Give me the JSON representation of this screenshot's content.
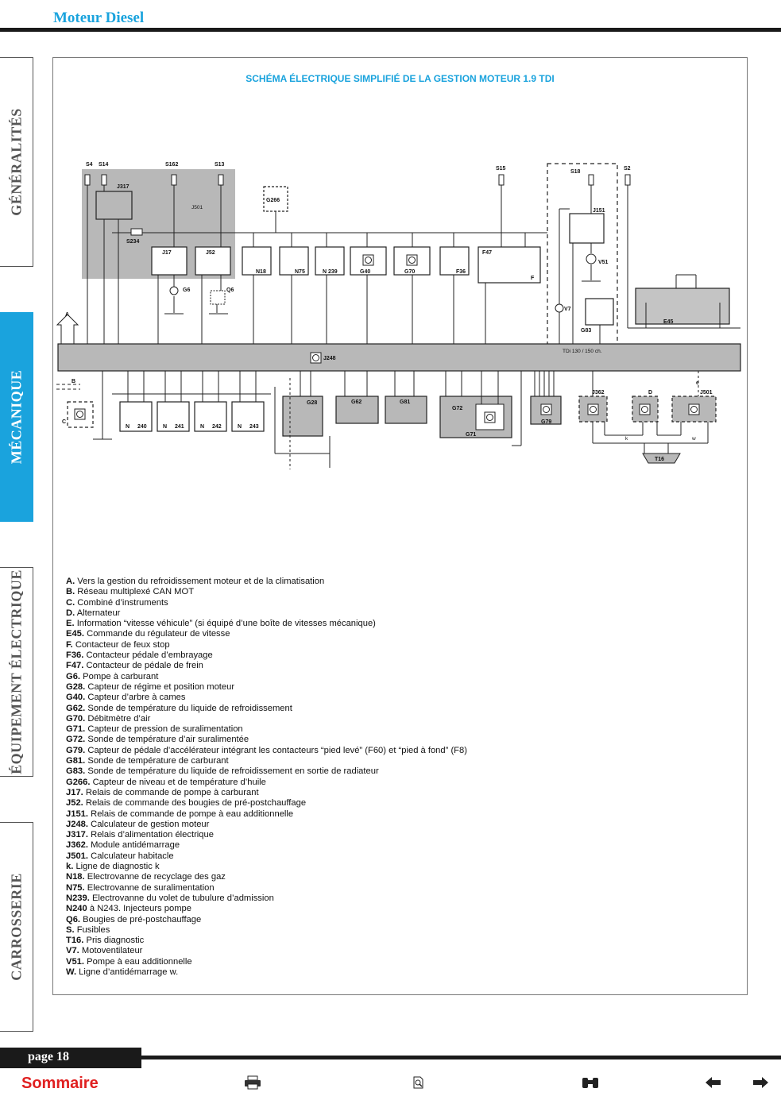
{
  "header": {
    "title": "Moteur Diesel"
  },
  "side_tabs": [
    {
      "label": "GÉNÉRALITÉS",
      "active": false
    },
    {
      "label": "MÉCANIQUE",
      "active": true
    },
    {
      "label": "ÉQUIPEMENT ÉLECTRIQUE",
      "active": false
    },
    {
      "label": "CARROSSERIE",
      "active": false
    }
  ],
  "diagram": {
    "title": "SCHÉMA ÉLECTRIQUE SIMPLIFIÉ DE LA GESTION MOTEUR 1.9 TDI",
    "labels": {
      "s4": "S4",
      "s14": "S14",
      "s162": "S162",
      "s13": "S13",
      "s15": "S15",
      "s18": "S18",
      "s2": "S2",
      "j317": "J317",
      "j501_top": "J501",
      "s234": "S234",
      "g266": "G266",
      "j151": "J151",
      "v51": "V51",
      "j17": "J17",
      "j52": "J52",
      "n18": "N18",
      "n75": "N75",
      "n239": "N 239",
      "g40": "G40",
      "g70": "G70",
      "f36": "F36",
      "f47": "F47",
      "f": "F",
      "g6": "G6",
      "q6": "Q6",
      "v7": "V7",
      "g83": "G83",
      "e45": "E45",
      "a": "A",
      "j248": "J248",
      "tdi": "TDi 130 / 150 ch.",
      "b": "B",
      "c": "C",
      "n240": "240",
      "n241": "241",
      "n242": "242",
      "n243": "243",
      "n": "N",
      "g28": "G28",
      "g62": "G62",
      "g81": "G81",
      "g72": "G72",
      "g71": "G71",
      "g79": "G79",
      "j362": "J362",
      "d": "D",
      "e": "e",
      "j501": "J501",
      "k": "k",
      "w": "w",
      "t16": "T16"
    }
  },
  "legend": [
    {
      "code": "A.",
      "text": "Vers la gestion du refroidissement moteur et de la climatisation"
    },
    {
      "code": "B.",
      "text": "Réseau multiplexé CAN MOT"
    },
    {
      "code": "C.",
      "text": "Combiné d’instruments"
    },
    {
      "code": "D.",
      "text": "Alternateur"
    },
    {
      "code": "E.",
      "text": "Information “vitesse véhicule” (si équipé d’une boîte de vitesses mécanique)"
    },
    {
      "code": "E45.",
      "text": "Commande du régulateur de vitesse"
    },
    {
      "code": "F.",
      "text": "Contacteur de feux stop"
    },
    {
      "code": "F36.",
      "text": "Contacteur pédale d’embrayage"
    },
    {
      "code": "F47.",
      "text": "Contacteur de pédale de frein"
    },
    {
      "code": "G6.",
      "text": "Pompe à carburant"
    },
    {
      "code": "G28.",
      "text": "Capteur de régime et position moteur"
    },
    {
      "code": "G40.",
      "text": "Capteur d’arbre à cames"
    },
    {
      "code": "G62.",
      "text": "Sonde de température du liquide de refroidissement"
    },
    {
      "code": "G70.",
      "text": "Débitmètre d’air"
    },
    {
      "code": "G71.",
      "text": "Capteur de pression de suralimentation"
    },
    {
      "code": "G72.",
      "text": "Sonde de température d’air suralimentée"
    },
    {
      "code": "G79.",
      "text": "Capteur de pédale d’accélérateur intégrant les contacteurs “pied levé” (F60) et “pied à fond” (F8)"
    },
    {
      "code": "G81.",
      "text": "Sonde de température de carburant"
    },
    {
      "code": "G83.",
      "text": "Sonde de température du liquide de refroidissement en sortie de radiateur"
    },
    {
      "code": "G266.",
      "text": "Capteur de niveau et de température d’huile"
    },
    {
      "code": "J17.",
      "text": "Relais de commande de pompe à carburant"
    },
    {
      "code": "J52.",
      "text": "Relais de commande des bougies de pré-postchauffage"
    },
    {
      "code": "J151.",
      "text": "Relais de commande de pompe à eau additionnelle"
    },
    {
      "code": "J248.",
      "text": "Calculateur de gestion moteur"
    },
    {
      "code": "J317.",
      "text": "Relais d’alimentation électrique"
    },
    {
      "code": "J362.",
      "text": "Module antidémarrage"
    },
    {
      "code": "J501.",
      "text": "Calculateur habitacle"
    },
    {
      "code": "k.",
      "text": "Ligne de diagnostic k"
    },
    {
      "code": "N18.",
      "text": "Electrovanne de recyclage des gaz"
    },
    {
      "code": "N75.",
      "text": "Electrovanne de suralimentation"
    },
    {
      "code": "N239.",
      "text": "Electrovanne du volet de tubulure d’admission"
    },
    {
      "code": "N240",
      "text": "à N243. Injecteurs pompe"
    },
    {
      "code": "Q6.",
      "text": "Bougies de pré-postchauffage"
    },
    {
      "code": "S.",
      "text": "Fusibles"
    },
    {
      "code": "T16.",
      "text": "Pris diagnostic"
    },
    {
      "code": "V7.",
      "text": "Motoventilateur"
    },
    {
      "code": "V51.",
      "text": "Pompe à eau additionnelle"
    },
    {
      "code": "W.",
      "text": "Ligne d’antidémarrage w."
    }
  ],
  "footer": {
    "page_label": "page 18",
    "sommaire": "Sommaire",
    "icons": [
      "printer-icon",
      "search-document-icon",
      "binoculars-icon",
      "arrow-left-icon",
      "arrow-right-icon"
    ]
  },
  "colors": {
    "accent": "#1aa3dd",
    "sommaire": "#e02020",
    "dark": "#1a1a1a",
    "shade": "#b8b8b8"
  }
}
